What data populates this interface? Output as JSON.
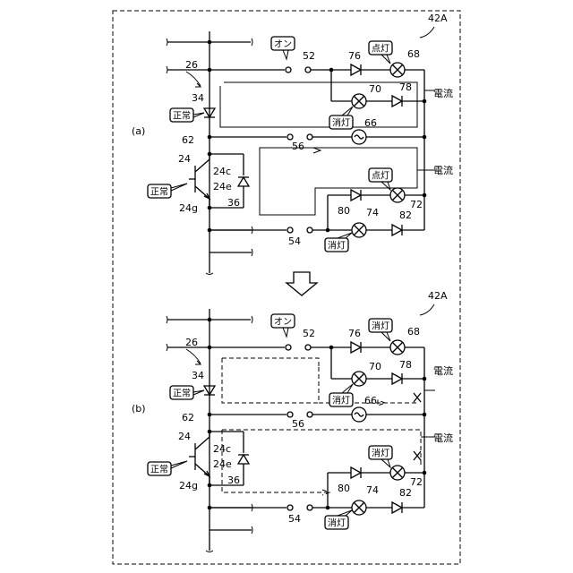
{
  "figure_ref": "42A",
  "panels": [
    {
      "tag": "(a)",
      "labels": {
        "n26": "26",
        "n34": "34",
        "n62": "62",
        "n24": "24",
        "n24c": "24c",
        "n24e": "24e",
        "n24g": "24g",
        "n36": "36",
        "n52": "52",
        "n56": "56",
        "n54": "54",
        "n76": "76",
        "n68": "68",
        "n70": "70",
        "n78": "78",
        "n66": "66",
        "n80": "80",
        "n74": "74",
        "n82": "82",
        "n72": "72"
      },
      "bubbles": {
        "on": "オン",
        "normal34": "正常",
        "normal24": "正常",
        "l68": "点灯",
        "l70": "消灯",
        "l72": "点灯",
        "l74": "消灯"
      },
      "current1": "電流",
      "current2": "電流"
    },
    {
      "tag": "(b)",
      "labels": {
        "n26": "26",
        "n34": "34",
        "n62": "62",
        "n24": "24",
        "n24c": "24c",
        "n24e": "24e",
        "n24g": "24g",
        "n36": "36",
        "n52": "52",
        "n56": "56",
        "n54": "54",
        "n76": "76",
        "n68": "68",
        "n70": "70",
        "n78": "78",
        "n66": "66",
        "n80": "80",
        "n74": "74",
        "n82": "82",
        "n72": "72"
      },
      "bubbles": {
        "on": "オン",
        "normal34": "正常",
        "normal24": "正常",
        "l68": "消灯",
        "l70": "消灯",
        "l72": "消灯",
        "l74": "消灯"
      },
      "current1": "電流",
      "current2": "電流"
    }
  ]
}
